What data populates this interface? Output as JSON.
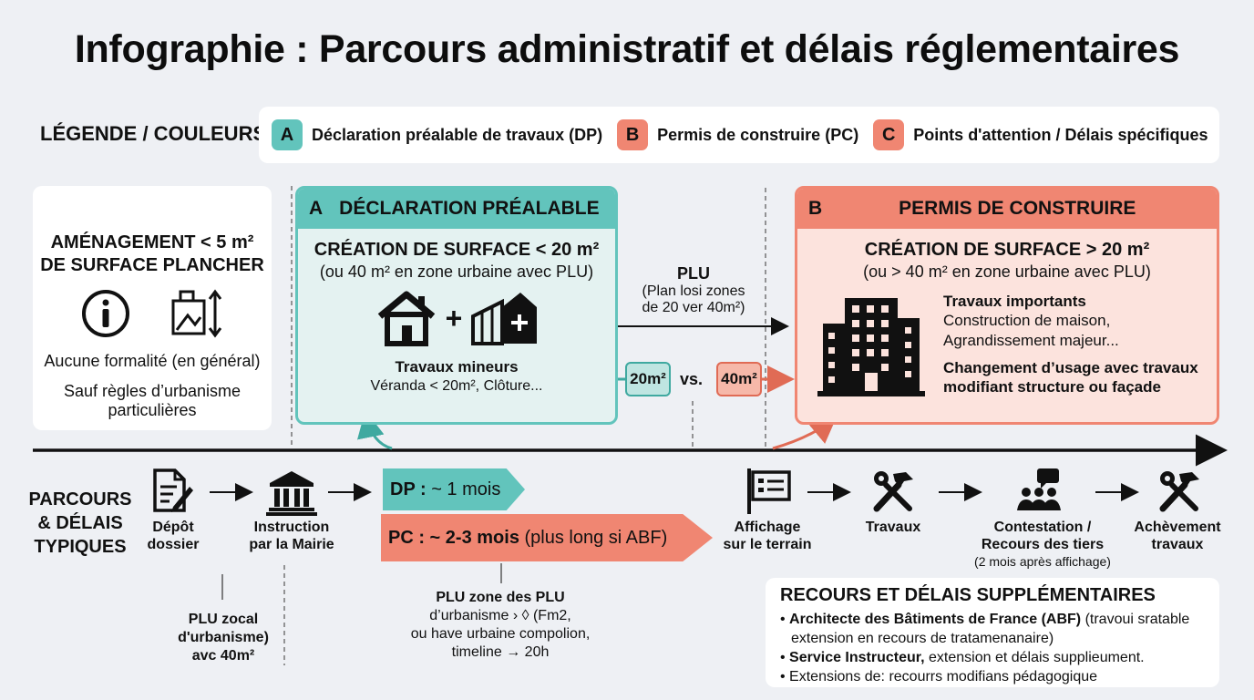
{
  "title": "Infographie : Parcours administratif et délais réglementaires",
  "legend": {
    "label": "LÉGENDE / COULEURS",
    "items": [
      {
        "badge": "A",
        "text": "Déclaration préalable de travaux (DP)",
        "color": "#62c4bc"
      },
      {
        "badge": "B",
        "text": "Permis de construire (PC)",
        "color": "#f08672"
      },
      {
        "badge": "C",
        "text": "Points d'attention / Délais spécifiques",
        "color": "#f08672"
      }
    ]
  },
  "left_card": {
    "title_l1": "AMÉNAGEMENT < 5 m²",
    "title_l2": "DE SURFACE PLANCHER",
    "icons": [
      "info-icon",
      "renovation-icon"
    ],
    "text1": "Aucune formalité (en général)",
    "text2_l1": "Sauf règles d’urbanisme",
    "text2_l2": "particulières"
  },
  "panel_a": {
    "badge": "A",
    "header": "DÉCLARATION PRÉALABLE",
    "subtitle": "CRÉATION DE SURFACE < 20 m²",
    "subnote": "(ou 40 m² en zone urbaine avec PLU)",
    "plus": "+",
    "works_title": "Travaux mineurs",
    "works_text": "Véranda < 20m², Clôture..."
  },
  "panel_b": {
    "badge": "B",
    "header": "PERMIS DE CONSTRUIRE",
    "subtitle": "CRÉATION DE SURFACE > 20 m²",
    "subnote": "(ou > 40 m² en zone urbaine avec PLU)",
    "works_title": "Travaux importants",
    "works_l1": "Construction de maison,",
    "works_l2": "Agrandissement majeur...",
    "usage_l1": "Changement d’usage avec travaux",
    "usage_l2": "modifiant structure ou façade"
  },
  "plu_note": {
    "title": "PLU",
    "l1": "(Plan losi zones",
    "l2": "de 20 ver 40m²)"
  },
  "thresholds": {
    "a": "20m²",
    "vs": "vs.",
    "b": "40m²"
  },
  "timeline": {
    "label_l1": "PARCOURS",
    "label_l2": "& DÉLAIS",
    "label_l3": "TYPIQUES",
    "steps": [
      {
        "icon": "document-icon",
        "l1": "Dépôt",
        "l2": "dossier"
      },
      {
        "icon": "town-hall-icon",
        "l1": "Instruction",
        "l2": "par la Mairie"
      },
      {
        "icon": "sign-board-icon",
        "l1": "Affichage",
        "l2": "sur le terrain"
      },
      {
        "icon": "tools-icon",
        "l1": "Travaux",
        "l2": ""
      },
      {
        "icon": "people-icon",
        "l1": "Contestation /",
        "l2": "Recours des tiers",
        "note": "(2 mois après affichage)"
      },
      {
        "icon": "tools-icon",
        "l1": "Achèvement",
        "l2": "travaux"
      }
    ],
    "dp_bold": "DP :",
    "dp_rest": " ~ 1 mois",
    "pc_bold": "PC : ~ 2-3 mois",
    "pc_rest": " (plus long si ABF)"
  },
  "note_left": {
    "l1": "PLU zocal",
    "l2": "d'urbanisme)",
    "l3": "avc 40m²"
  },
  "note_mid": {
    "l1": "PLU zone des PLU",
    "l2": "d’urbanisme › ◊ (Fm2,",
    "l3": "ou have urbaine compolion,",
    "l4": "timeline → 20h"
  },
  "recours": {
    "title": "RECOURS ET DÉLAIS SUPPLÉMENTAIRES",
    "i1_bold": "Architecte des Bâtiments de France (ABF)",
    "i1_rest": " (travoui sratable",
    "i1_l2": "extension en recours de tratamenanaire)",
    "i2_bold": "Service Instructeur,",
    "i2_rest": " extension et délais supplieument.",
    "i3": "Extensions de: recourrs modifians pédagogique"
  }
}
